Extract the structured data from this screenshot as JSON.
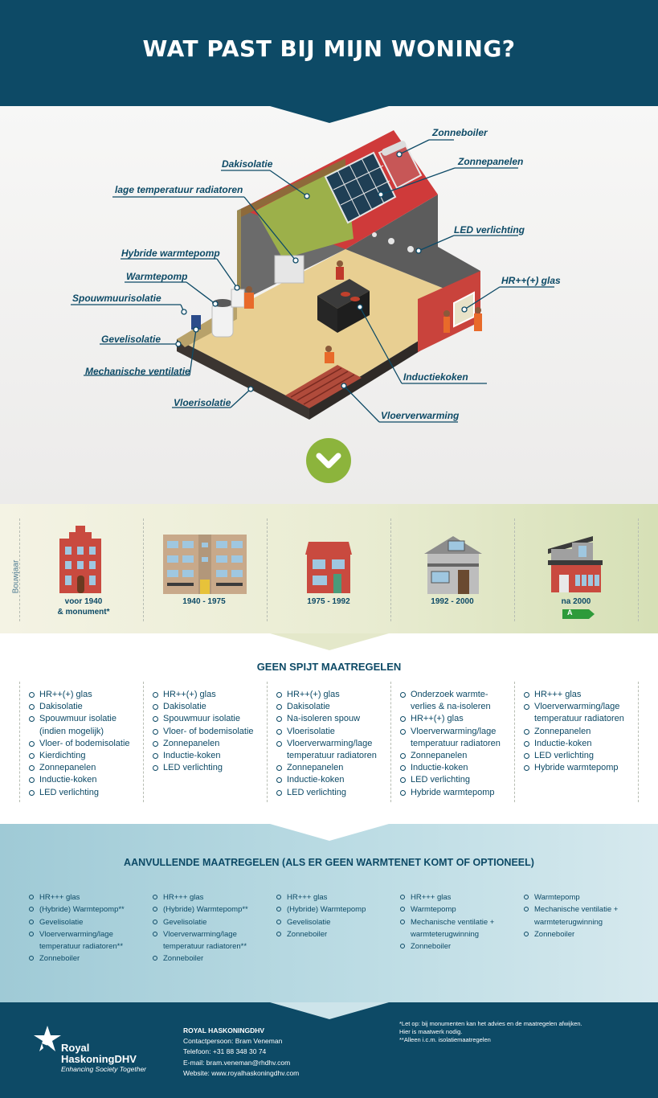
{
  "header": {
    "title": "WAT PAST BIJ MIJN WONING?"
  },
  "house": {
    "callouts": {
      "zonneboiler": "Zonneboiler",
      "zonnepanelen": "Zonnepanelen",
      "dakisolatie": "Dakisolatie",
      "lage_temp": "lage temperatuur radiatoren",
      "led": "LED verlichting",
      "hybride": "Hybride warmtepomp",
      "warmtepomp": "Warmtepomp",
      "hr_glas": "HR++(+) glas",
      "spouw": "Spouwmuurisolatie",
      "gevel": "Gevelisolatie",
      "mech": "Mechanische ventilatie",
      "inductie": "Inductiekoken",
      "vloer": "Vloerisolatie",
      "vloerverwarming": "Vloerverwarming"
    }
  },
  "years": {
    "axis_label": "Bouwjaar",
    "periods": [
      {
        "line1": "voor 1940",
        "line2": "& monument*"
      },
      {
        "line1": "1940 - 1975"
      },
      {
        "line1": "1975 - 1992"
      },
      {
        "line1": "1992 - 2000"
      },
      {
        "line1": "na 2000",
        "energy_label": "A"
      }
    ]
  },
  "geen_spijt": {
    "title": "GEEN SPIJT MAATREGELEN",
    "columns": [
      [
        [
          "HR++(+) glas"
        ],
        [
          "Dakisolatie"
        ],
        [
          "Spouwmuur isolatie",
          "(indien mogelijk)"
        ],
        [
          "Vloer- of bodemisolatie"
        ],
        [
          "Kierdichting"
        ],
        [
          "Zonnepanelen"
        ],
        [
          "Inductie-koken"
        ],
        [
          "LED verlichting"
        ]
      ],
      [
        [
          "HR++(+) glas"
        ],
        [
          "Dakisolatie"
        ],
        [
          "Spouwmuur isolatie"
        ],
        [
          "Vloer- of bodemisolatie"
        ],
        [
          "Zonnepanelen"
        ],
        [
          "Inductie-koken"
        ],
        [
          "LED verlichting"
        ]
      ],
      [
        [
          "HR++(+) glas"
        ],
        [
          "Dakisolatie"
        ],
        [
          "Na-isoleren spouw"
        ],
        [
          "Vloerisolatie"
        ],
        [
          "Vloerverwarming/lage",
          "temperatuur radiatoren"
        ],
        [
          "Zonnepanelen"
        ],
        [
          "Inductie-koken"
        ],
        [
          "LED verlichting"
        ]
      ],
      [
        [
          "Onderzoek warmte-",
          "verlies & na-isoleren"
        ],
        [
          "HR++(+) glas"
        ],
        [
          "Vloerverwarming/lage",
          "temperatuur radiatoren"
        ],
        [
          "Zonnepanelen"
        ],
        [
          "Inductie-koken"
        ],
        [
          "LED verlichting"
        ],
        [
          "Hybride warmtepomp"
        ]
      ],
      [
        [
          "HR+++ glas"
        ],
        [
          "Vloerverwarming/lage",
          "temperatuur radiatoren"
        ],
        [
          "Zonnepanelen"
        ],
        [
          "Inductie-koken"
        ],
        [
          "LED verlichting"
        ],
        [
          "Hybride warmtepomp"
        ]
      ]
    ]
  },
  "aanvullend": {
    "title": "AANVULLENDE MAATREGELEN (ALS ER GEEN WARMTENET KOMT OF OPTIONEEL)",
    "columns": [
      [
        [
          "HR+++ glas"
        ],
        [
          "(Hybride) Warmtepomp**"
        ],
        [
          "Gevelisolatie"
        ],
        [
          "Vloerverwarming/lage",
          "temperatuur radiatoren**"
        ],
        [
          "Zonneboiler"
        ]
      ],
      [
        [
          "HR+++ glas"
        ],
        [
          "(Hybride) Warmtepomp**"
        ],
        [
          "Gevelisolatie"
        ],
        [
          "Vloerverwarming/lage",
          "temperatuur radiatoren**"
        ],
        [
          "Zonneboiler"
        ]
      ],
      [
        [
          "HR+++ glas"
        ],
        [
          "(Hybride) Warmtepomp"
        ],
        [
          "Gevelisolatie"
        ],
        [
          "Zonneboiler"
        ]
      ],
      [
        [
          "HR+++ glas"
        ],
        [
          "Warmtepomp"
        ],
        [
          "Mechanische ventilatie +",
          "warmteterugwinning"
        ],
        [
          "Zonneboiler"
        ]
      ],
      [
        [
          "Warmtepomp"
        ],
        [
          "Mechanische ventilatie +",
          "warmteterugwinning"
        ],
        [
          "Zonneboiler"
        ]
      ]
    ]
  },
  "footer": {
    "logo_line1": "Royal",
    "logo_line2": "HaskoningDHV",
    "logo_tagline": "Enhancing Society Together",
    "org": "ROYAL HASKONINGDHV",
    "contact_person": "Contactpersoon: Bram Veneman",
    "phone": "Telefoon: +31 88 348 30 74",
    "email": "E-mail: bram.veneman@rhdhv.com",
    "website": "Website: www.royalhaskoningdhv.com",
    "note1": "*Let op: bij monumenten kan het advies en de maatregelen afwijken.",
    "note2": "Hier is maatwerk nodig.",
    "note3": "**Alleen i.c.m. isolatiemaatregelen"
  },
  "colors": {
    "navy": "#0d4a66",
    "green": "#8cb43c",
    "roof_red": "#d23a3a",
    "floor": "#e8cf92"
  }
}
